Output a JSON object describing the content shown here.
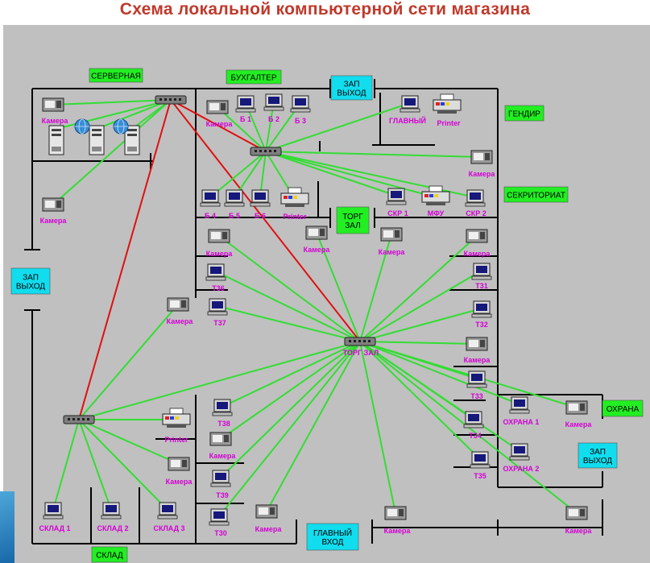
{
  "title": "Схема локальной компьютерной сети магазина",
  "colors": {
    "title": "#c0392b",
    "background": "#c0c0c0",
    "wall": "#000000",
    "link": "#33dd33",
    "backbone": "#e01010",
    "room_green": "#22ee22",
    "room_cyan": "#11ddee",
    "device_label": "#d400d4"
  },
  "rooms": {
    "server": "СЕРВЕРНАЯ",
    "accountant": "БУХГАЛТЕР",
    "exit_top": [
      "ЗАП",
      "ВЫХОД"
    ],
    "director": "ГЕНДИР",
    "secretary": "СЕКРИТОРИАТ",
    "sales_hall": [
      "ТОРГ",
      "ЗАЛ"
    ],
    "exit_left": [
      "ЗАП",
      "ВЫХОД"
    ],
    "security": "ОХРАНА",
    "exit_right": [
      "ЗАП",
      "ВЫХОД"
    ],
    "main_entrance": [
      "ГЛАВНЫЙ",
      "ВХОД"
    ],
    "warehouse": "СКЛАД"
  },
  "switch_labels": {
    "sales_hall": "ТОРГ ЗАЛ"
  },
  "labels": {
    "camera": "Камера",
    "printer": "Printer",
    "b1": "Б 1",
    "b2": "Б 2",
    "b3": "Б 3",
    "b4": "Б 4",
    "b5": "Б 5",
    "b6": "Б 6",
    "main_pc": "ГЛАВНЫЙ",
    "skr1": "СКР 1",
    "mfu": "МФУ",
    "skr2": "СКР 2",
    "t31": "Т31",
    "t32": "Т32",
    "t33": "Т33",
    "t34": "Т34",
    "t35": "Т35",
    "t36": "Т36",
    "t37": "Т37",
    "t38": "Т38",
    "t39": "Т39",
    "t30": "Т30",
    "guard1": "ОХРАНА 1",
    "guard2": "ОХРАНА 2",
    "wh1": "СКЛАД 1",
    "wh2": "СКЛАД 2",
    "wh3": "СКЛАД 3"
  }
}
